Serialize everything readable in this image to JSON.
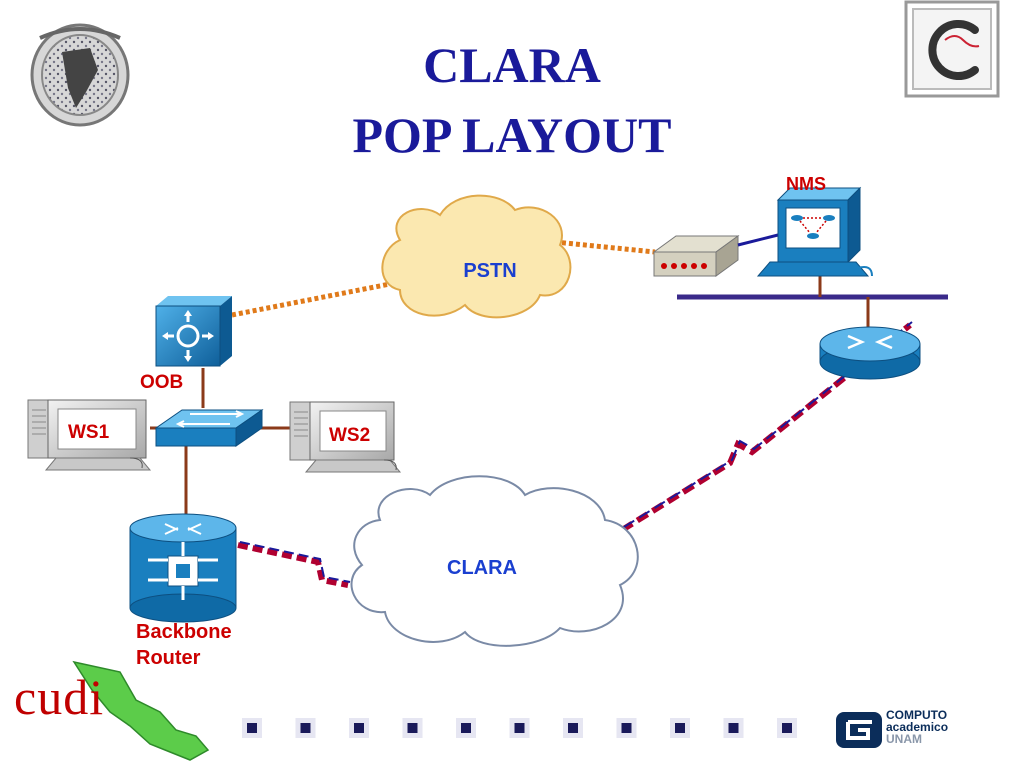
{
  "title": {
    "line1": "CLARA",
    "line2": "POP LAYOUT"
  },
  "nodes": {
    "nms": "NMS",
    "pstn": "PSTN",
    "oob": "OOB",
    "ws1": "WS1",
    "ws2": "WS2",
    "clara_cloud": "CLARA",
    "backbone_router": [
      "Backbone",
      "Router"
    ]
  },
  "footer": {
    "cudi_logo": "cudi",
    "computo_logo": [
      "COMPUTO",
      "academico",
      "UNAM"
    ],
    "bullet_count": 11
  },
  "colors": {
    "title": "#1a1a9a",
    "label_red": "#cc0000",
    "label_blue": "#1a3fd0",
    "dotted_link": "#e07a1a",
    "serial_link": "#b00030",
    "ethernet_link": "#8b3a1a",
    "lan_bus": "#3a2a8a",
    "device_blue": "#1a7fbf",
    "pstn_cloud": "#fbe8b0"
  }
}
